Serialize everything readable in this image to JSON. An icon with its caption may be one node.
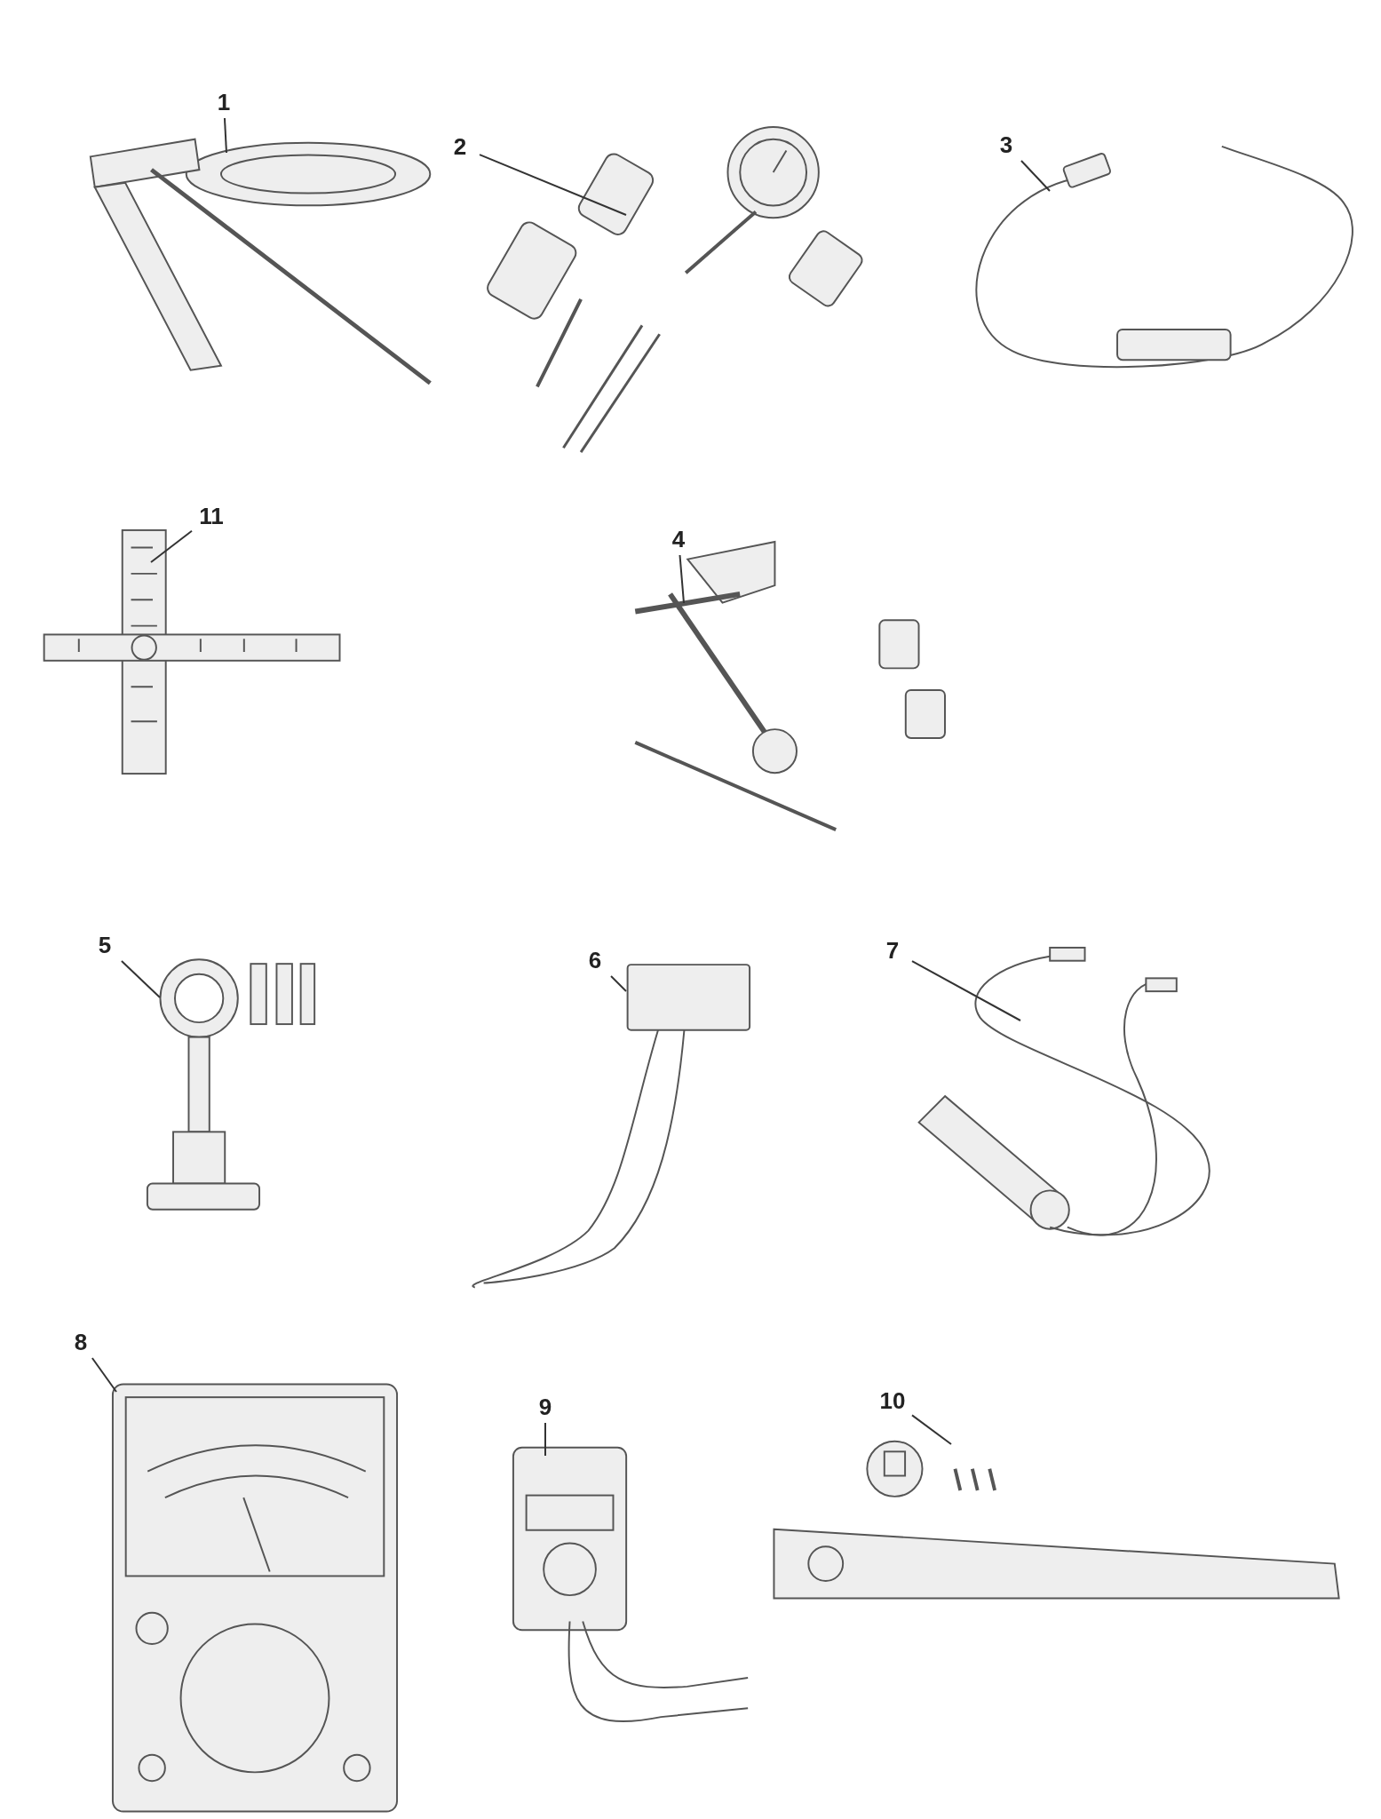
{
  "diagram": {
    "nodes": [
      {
        "text": [
          "1"
        ]
      },
      {
        "text": [],
        "shape": "picture"
      },
      {
        "text": [
          "2"
        ]
      },
      {
        "text": [],
        "shape": "picture"
      },
      {
        "text": [
          "3"
        ]
      },
      {
        "text": [],
        "shape": "picture"
      },
      {
        "text": [
          "11"
        ]
      },
      {
        "text": [],
        "shape": "picture"
      },
      {
        "text": [
          "4"
        ]
      },
      {
        "text": [],
        "shape": "picture"
      },
      {
        "text": [
          "5"
        ]
      },
      {
        "text": [],
        "shape": "picture"
      },
      {
        "text": [
          "6"
        ]
      },
      {
        "text": [],
        "shape": "picture"
      },
      {
        "text": [
          "7"
        ]
      },
      {
        "text": [],
        "shape": "picture"
      },
      {
        "text": [
          "8"
        ]
      },
      {
        "text": [],
        "shape": "picture"
      },
      {
        "text": [
          "9"
        ]
      },
      {
        "text": [],
        "shape": "picture"
      },
      {
        "text": [
          "10"
        ]
      },
      {
        "text": [],
        "shape": "picture"
      }
    ],
    "edges": [
      {
        "from": 0,
        "to": 1,
        "arrow": "none"
      },
      {
        "from": 2,
        "to": 3,
        "arrow": "none"
      },
      {
        "from": 4,
        "to": 5,
        "arrow": "none"
      },
      {
        "from": 6,
        "to": 7,
        "arrow": "none"
      },
      {
        "from": 8,
        "to": 9,
        "arrow": "none"
      },
      {
        "from": 10,
        "to": 11,
        "arrow": "none"
      },
      {
        "from": 12,
        "to": 13,
        "arrow": "none"
      },
      {
        "from": 14,
        "to": 15,
        "arrow": "none"
      },
      {
        "from": 16,
        "to": 17,
        "arrow": "none"
      },
      {
        "from": 18,
        "to": 19,
        "arrow": "none"
      },
      {
        "from": 20,
        "to": 21,
        "arrow": "none"
      }
    ]
  }
}
